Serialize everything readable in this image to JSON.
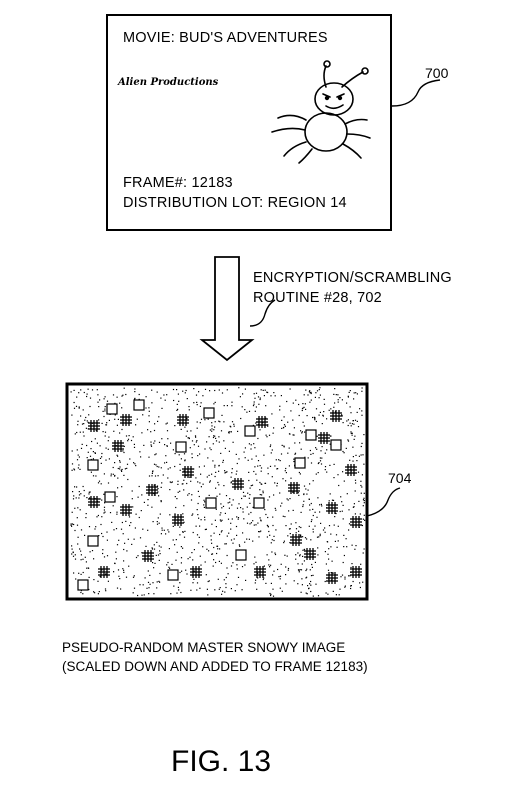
{
  "frame_card": {
    "movie_title": "MOVIE:  BUD'S ADVENTURES",
    "studio": "Alien Productions",
    "frame_number": "FRAME#:  12183",
    "distribution_lot": "DISTRIBUTION LOT: REGION 14"
  },
  "labels": {
    "frame_ref": "700",
    "routine_line1": "ENCRYPTION/SCRAMBLING",
    "routine_line2": "ROUTINE #28, 702",
    "snowy_ref": "704"
  },
  "caption": {
    "line1": "PSEUDO-RANDOM MASTER SNOWY IMAGE",
    "line2": "(SCALED DOWN AND ADDED TO FRAME 12183)"
  },
  "figure_label": "FIG. 13"
}
